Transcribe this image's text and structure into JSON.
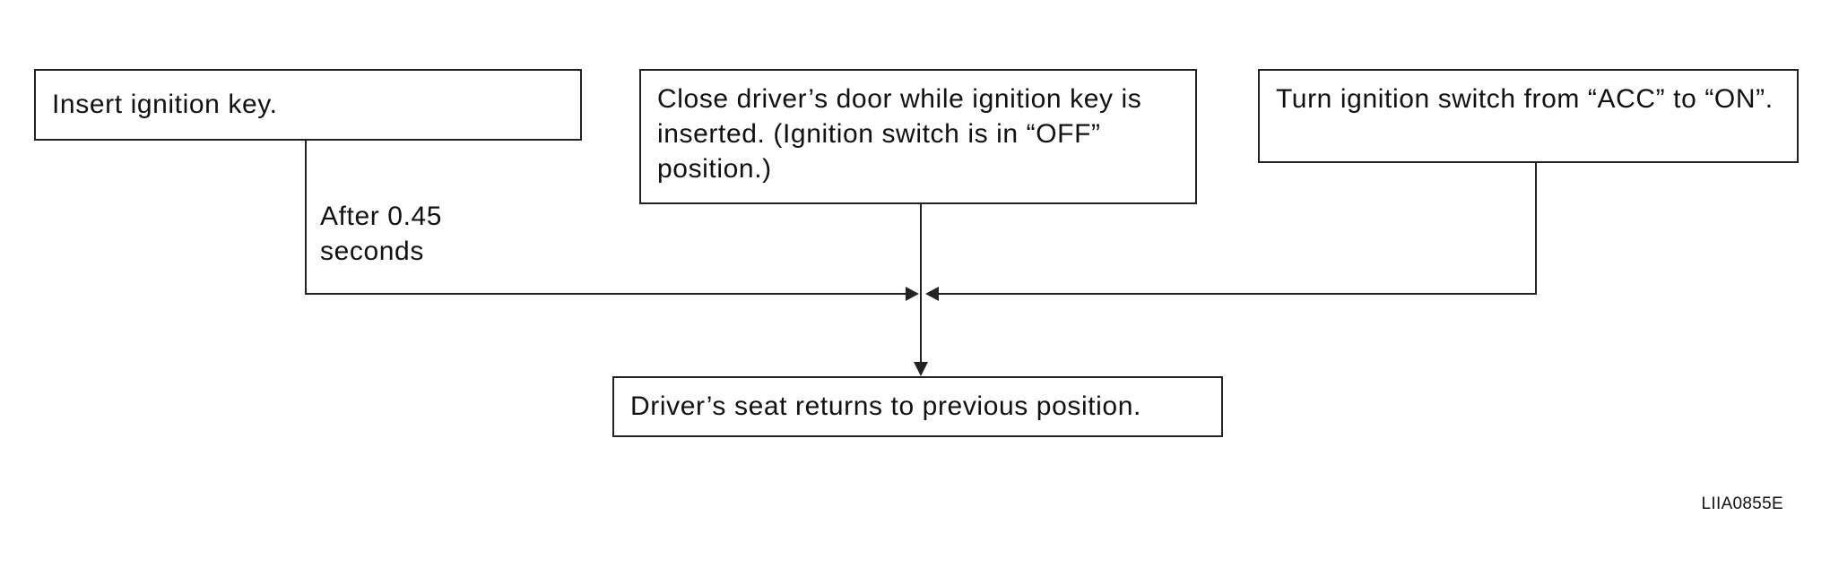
{
  "steps": {
    "insert_key": "Insert ignition key.",
    "close_door": "Close driver’s door while ignition key is inserted. (Ignition switch is in “OFF” position.)",
    "turn_switch": "Turn ignition switch from “ACC” to “ON”.",
    "result": "Driver’s seat returns to previous position."
  },
  "delay_label": {
    "line1": "After 0.45",
    "line2": "seconds"
  },
  "figure_code": "LIIA0855E"
}
